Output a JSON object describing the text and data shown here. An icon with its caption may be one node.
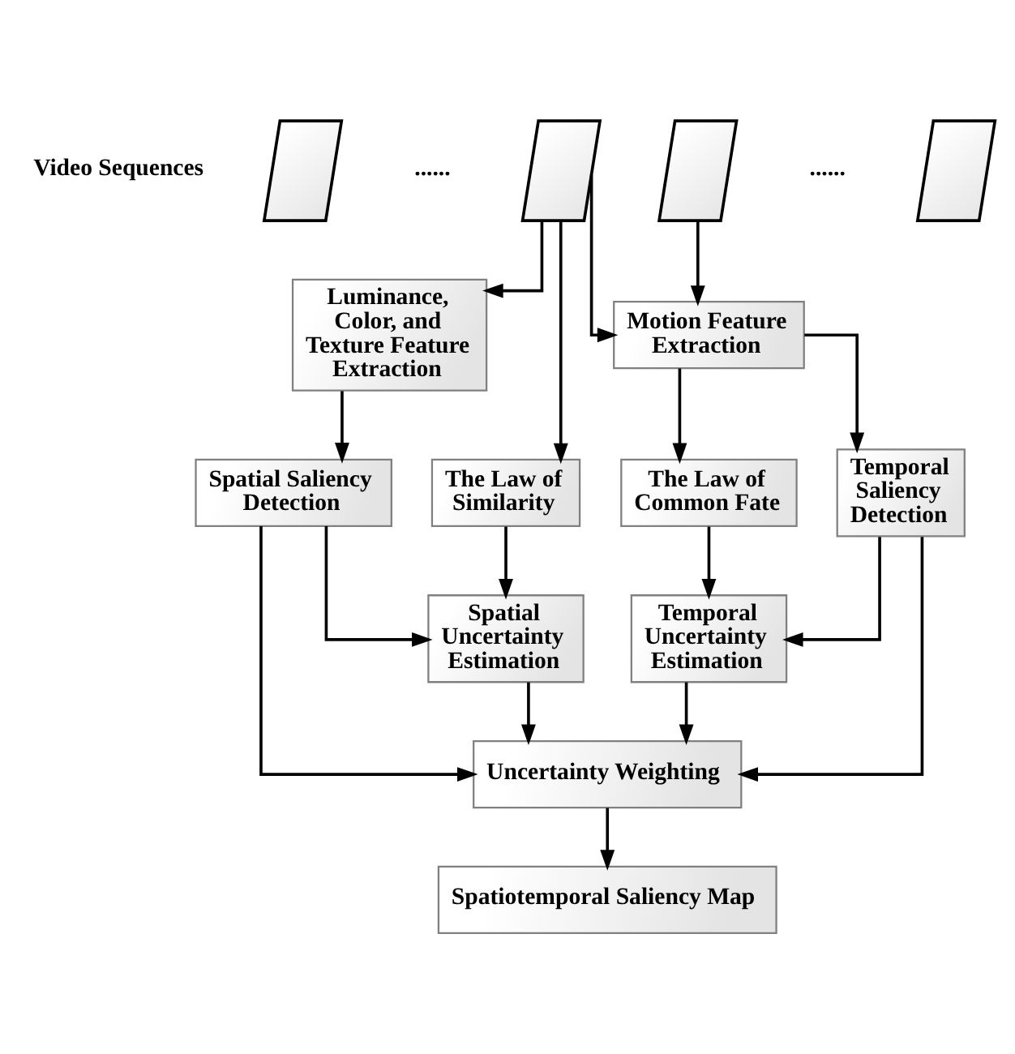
{
  "diagram": {
    "nodes": [
      {
        "text": [],
        "shape": "parallelogram"
      },
      {
        "text": [],
        "shape": "parallelogram"
      },
      {
        "text": [],
        "shape": "parallelogram"
      },
      {
        "text": [],
        "shape": "parallelogram"
      },
      {
        "text": [
          "Luminance, Color, and Texture Feature Extraction"
        ]
      },
      {
        "text": [
          "The Law of Similarity"
        ]
      },
      {
        "text": [
          "Motion Feature Extraction"
        ]
      },
      {
        "text": [
          "The Law of Common Fate"
        ]
      },
      {
        "text": [
          "Spatial Saliency Detection"
        ]
      },
      {
        "text": [
          "Temporal Saliency Detection"
        ]
      },
      {
        "text": [
          "Spatial Uncertainty Estimation"
        ]
      },
      {
        "text": [
          "Temporal Uncertainty Estimation"
        ]
      },
      {
        "text": [
          "Uncertainty Weighting"
        ]
      },
      {
        "text": [
          "Spatiotemporal Saliency Map"
        ]
      }
    ],
    "edges": [
      {
        "from": 1,
        "to": 4,
        "arrow": "to"
      },
      {
        "from": 1,
        "to": 5,
        "arrow": "to"
      },
      {
        "from": 1,
        "to": 6,
        "arrow": "to"
      },
      {
        "from": 2,
        "to": 6,
        "arrow": "to"
      },
      {
        "from": 6,
        "to": 7,
        "arrow": "to"
      },
      {
        "from": 6,
        "to": 9,
        "arrow": "to"
      },
      {
        "from": 4,
        "to": 8,
        "arrow": "to"
      },
      {
        "from": 5,
        "to": 10,
        "arrow": "to"
      },
      {
        "from": 8,
        "to": 10,
        "arrow": "to"
      },
      {
        "from": 7,
        "to": 11,
        "arrow": "to"
      },
      {
        "from": 9,
        "to": 11,
        "arrow": "to"
      },
      {
        "from": 8,
        "to": 12,
        "arrow": "to"
      },
      {
        "from": 10,
        "to": 12,
        "arrow": "to"
      },
      {
        "from": 11,
        "to": 12,
        "arrow": "to"
      },
      {
        "from": 9,
        "to": 12,
        "arrow": "to"
      },
      {
        "from": 12,
        "to": 13,
        "arrow": "to"
      }
    ],
    "labels": [
      "Video Sequences",
      "......",
      "......"
    ]
  }
}
